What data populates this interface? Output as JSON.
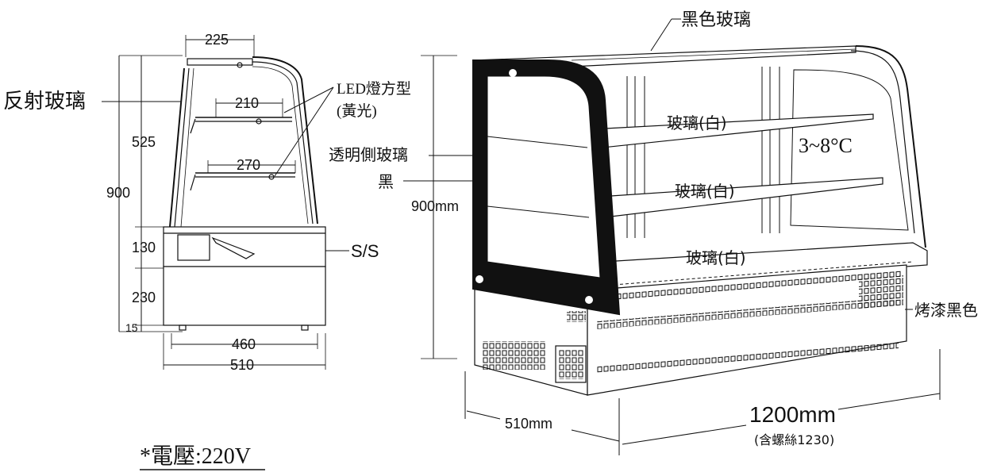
{
  "side_view": {
    "dim_top": "225",
    "dim_shelf_upper": "210",
    "dim_shelf_lower": "270",
    "dim_upper_height": "525",
    "dim_total_height": "900",
    "dim_base_130": "130",
    "dim_base_230": "230",
    "dim_feet": "15",
    "dim_width_460": "460",
    "dim_width_510": "510",
    "label_reflective_glass": "反射玻璃",
    "label_led_line1": "LED燈方型",
    "label_led_line2": "(黃光)",
    "label_ss": "S/S"
  },
  "front_view": {
    "label_black_glass": "黑色玻璃",
    "label_side_glass": "透明側玻璃",
    "label_black": "黑",
    "label_height": "900mm",
    "label_shelf_1": "玻璃(白)",
    "label_shelf_2": "玻璃(白)",
    "label_shelf_3": "玻璃(白)",
    "label_temp": "3~8°C",
    "label_paint": "烤漆黑色",
    "label_depth": "510mm",
    "label_length": "1200mm",
    "label_length_note": "(含螺絲1230)"
  },
  "footer": {
    "voltage": "*電壓:220V"
  }
}
